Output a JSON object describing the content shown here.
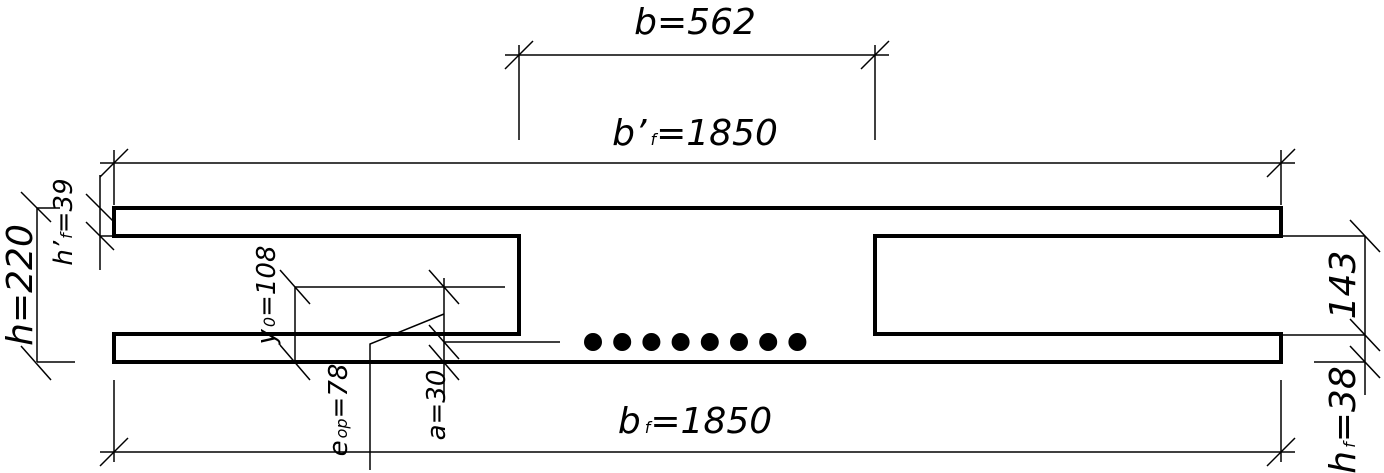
{
  "dimensions": {
    "b": {
      "symbol": "b",
      "eq": "=562"
    },
    "bf_top": {
      "symbol": "b’",
      "sub": "f",
      "eq": "=1850"
    },
    "bf_bottom": {
      "symbol": "b",
      "sub": "f",
      "eq": "=1850"
    },
    "h": {
      "text": "h=220"
    },
    "hf_top": {
      "symbol": "h’",
      "sub": "f",
      "eq": "=39"
    },
    "y0": {
      "symbol": "y",
      "sub": "0",
      "eq": "=108"
    },
    "a": {
      "text": "a=30"
    },
    "eop": {
      "symbol": "e",
      "sub": "op",
      "eq": "=78"
    },
    "web_height": {
      "text": "143"
    },
    "hf_bottom": {
      "symbol": "h",
      "sub": "f",
      "eq": "=38"
    }
  },
  "rebar_count": 8
}
